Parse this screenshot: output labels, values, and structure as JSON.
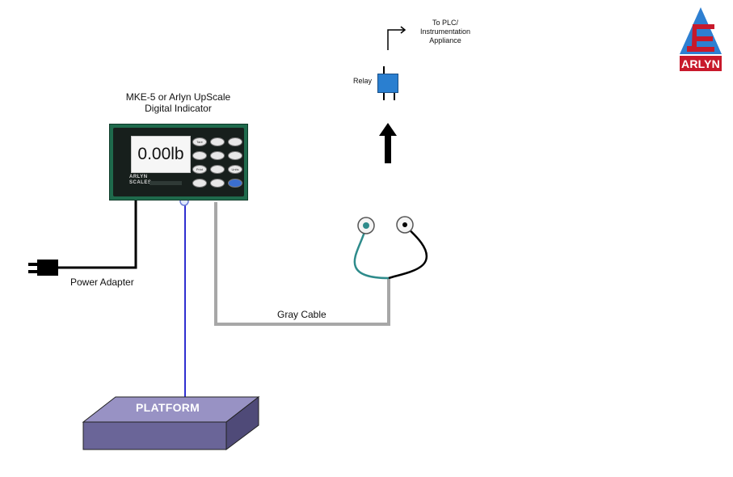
{
  "indicator": {
    "title_line1": "MKE-5 or Arlyn UpScale",
    "title_line2": "Digital Indicator",
    "display_value": "0.00lb",
    "brand_line1": "ARLYN",
    "brand_line2": "SCALES",
    "keys": [
      "Tare",
      "",
      "",
      "",
      "",
      "",
      "Print",
      "",
      "Units",
      "",
      "",
      ""
    ]
  },
  "labels": {
    "power_adapter": "Power Adapter",
    "gray_cable": "Gray Cable",
    "relay": "Relay",
    "plc_line1": "To PLC/",
    "plc_line2": "Instrumentation",
    "plc_line3": "Appliance",
    "platform": "PLATFORM"
  },
  "logo": {
    "text": "ARLYN"
  },
  "colors": {
    "indicator_body": "#1f6a4c",
    "relay": "#2a7fd0",
    "platform": "#6a6598",
    "cable_gray": "#a7a7a7",
    "cable_blue": "#2f2fd0",
    "cable_teal": "#2e8b8b",
    "logo_red": "#c8192b",
    "logo_blue": "#2e7fd1"
  }
}
